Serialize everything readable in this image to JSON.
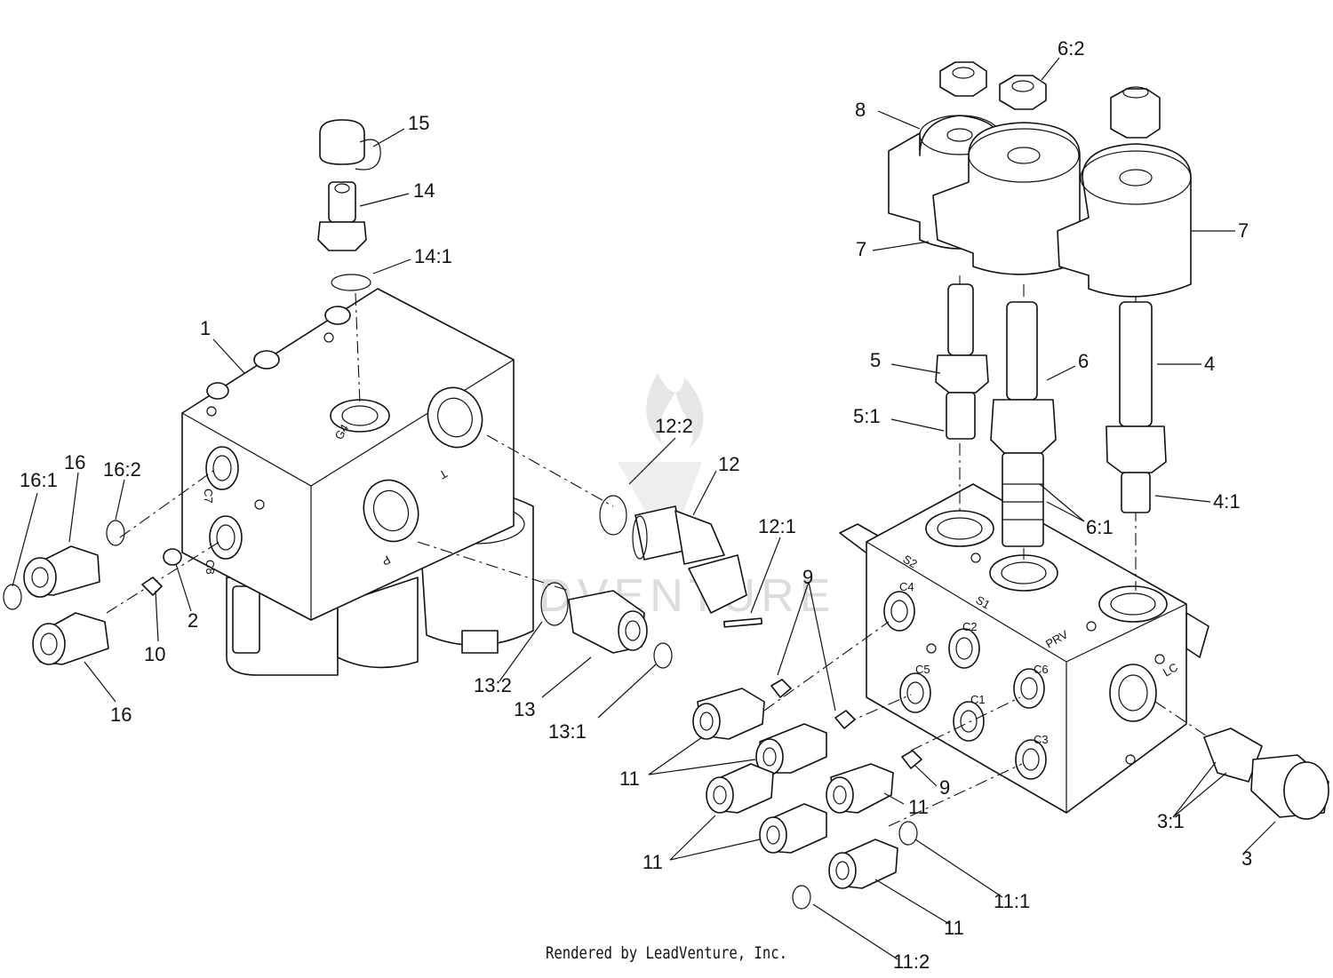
{
  "callouts": [
    {
      "id": "c-15",
      "text": "15"
    },
    {
      "id": "c-14",
      "text": "14"
    },
    {
      "id": "c-14-1",
      "text": "14:1"
    },
    {
      "id": "c-1",
      "text": "1"
    },
    {
      "id": "c-12-2",
      "text": "12:2"
    },
    {
      "id": "c-12",
      "text": "12"
    },
    {
      "id": "c-12-1",
      "text": "12:1"
    },
    {
      "id": "c-16-1",
      "text": "16:1"
    },
    {
      "id": "c-16a",
      "text": "16"
    },
    {
      "id": "c-16-2",
      "text": "16:2"
    },
    {
      "id": "c-2",
      "text": "2"
    },
    {
      "id": "c-10",
      "text": "10"
    },
    {
      "id": "c-16b",
      "text": "16"
    },
    {
      "id": "c-13-2",
      "text": "13:2"
    },
    {
      "id": "c-13",
      "text": "13"
    },
    {
      "id": "c-13-1",
      "text": "13:1"
    },
    {
      "id": "c-8",
      "text": "8"
    },
    {
      "id": "c-6-2",
      "text": "6:2"
    },
    {
      "id": "c-7a",
      "text": "7"
    },
    {
      "id": "c-7b",
      "text": "7"
    },
    {
      "id": "c-5",
      "text": "5"
    },
    {
      "id": "c-6",
      "text": "6"
    },
    {
      "id": "c-4",
      "text": "4"
    },
    {
      "id": "c-5-1",
      "text": "5:1"
    },
    {
      "id": "c-6-1",
      "text": "6:1"
    },
    {
      "id": "c-4-1",
      "text": "4:1"
    },
    {
      "id": "c-9a",
      "text": "9"
    },
    {
      "id": "c-11a",
      "text": "11"
    },
    {
      "id": "c-9b",
      "text": "9"
    },
    {
      "id": "c-11b",
      "text": "11"
    },
    {
      "id": "c-11c",
      "text": "11"
    },
    {
      "id": "c-3-1",
      "text": "3:1"
    },
    {
      "id": "c-3",
      "text": "3"
    },
    {
      "id": "c-11-1",
      "text": "11:1"
    },
    {
      "id": "c-11d",
      "text": "11"
    },
    {
      "id": "c-11-2",
      "text": "11:2"
    }
  ],
  "port_labels": {
    "left_block": {
      "g4": "G4",
      "t": "T",
      "c7": "C7",
      "c8": "C8",
      "p": "P"
    },
    "right_block": {
      "s2": "S2",
      "s1": "S1",
      "c4": "C4",
      "c2": "C2",
      "c5": "C5",
      "c6": "C6",
      "c1": "C1",
      "c3": "C3",
      "prv": "PRV",
      "lc": "LC"
    }
  },
  "watermark": "LEADVENTURE",
  "credit": "Rendered by LeadVenture, Inc."
}
